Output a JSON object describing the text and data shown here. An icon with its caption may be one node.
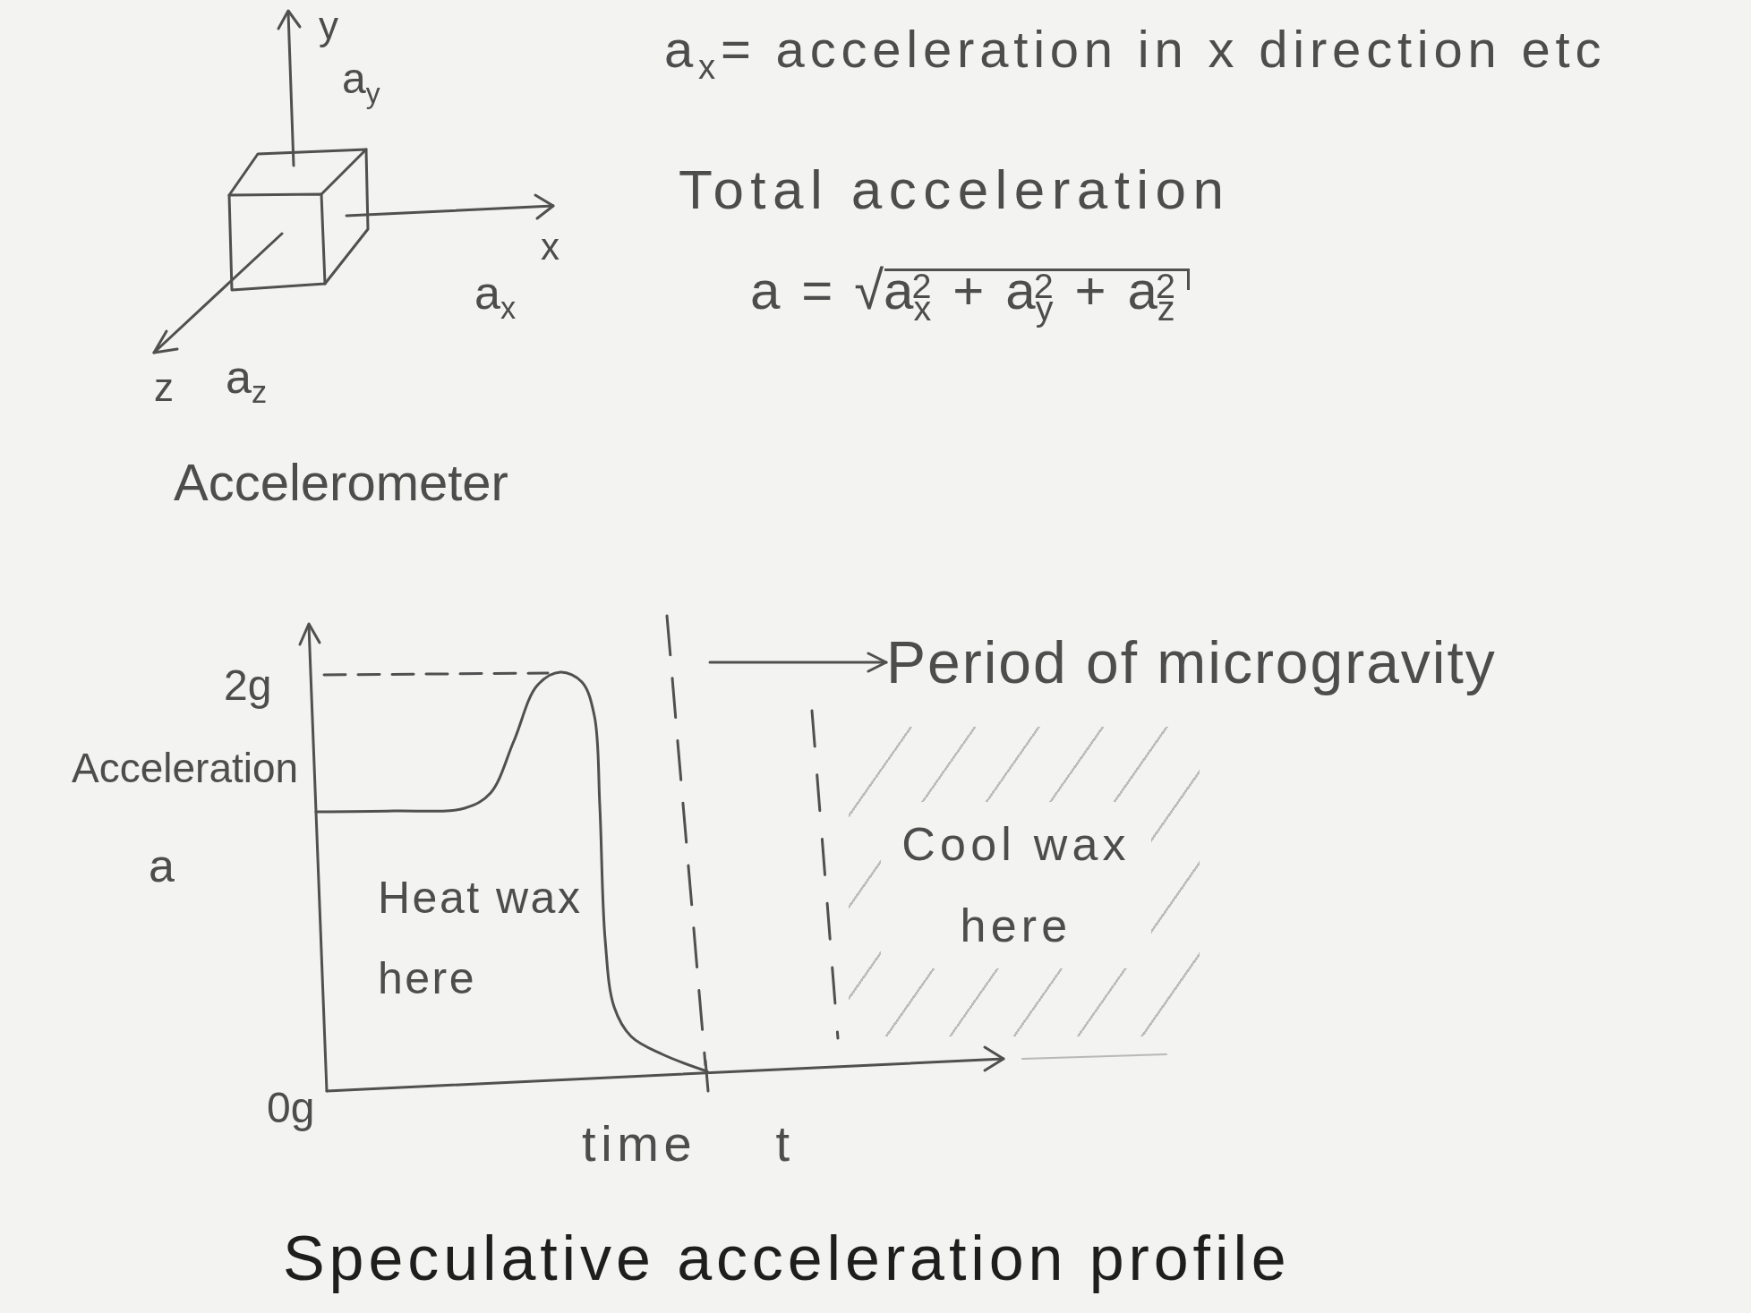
{
  "diagram": {
    "caption": "Speculative acceleration profile",
    "nodes": [
      {
        "text": [],
        "shape": "line"
      },
      {
        "text": [
          "Period of microgravity"
        ]
      },
      {
        "text": [
          "Cool wax here"
        ]
      }
    ],
    "edges": [
      {
        "from": 0,
        "to": 1,
        "arrow": "to"
      }
    ],
    "labels": [
      "y",
      "a$_{y}$",
      "a$_{x}$= acceleration in x direction etc",
      "Total acceleration",
      "x",
      "a$_{x}$",
      "a = √a$_{x}$$^{2}$ + a$_{y}$$^{2}$ + a$_{z}$$^{2}$",
      "z",
      "a$_{z}$",
      "Accelerometer",
      "2g",
      "Acceleration",
      "a",
      "Heat wax here",
      "0g",
      "time t"
    ]
  }
}
